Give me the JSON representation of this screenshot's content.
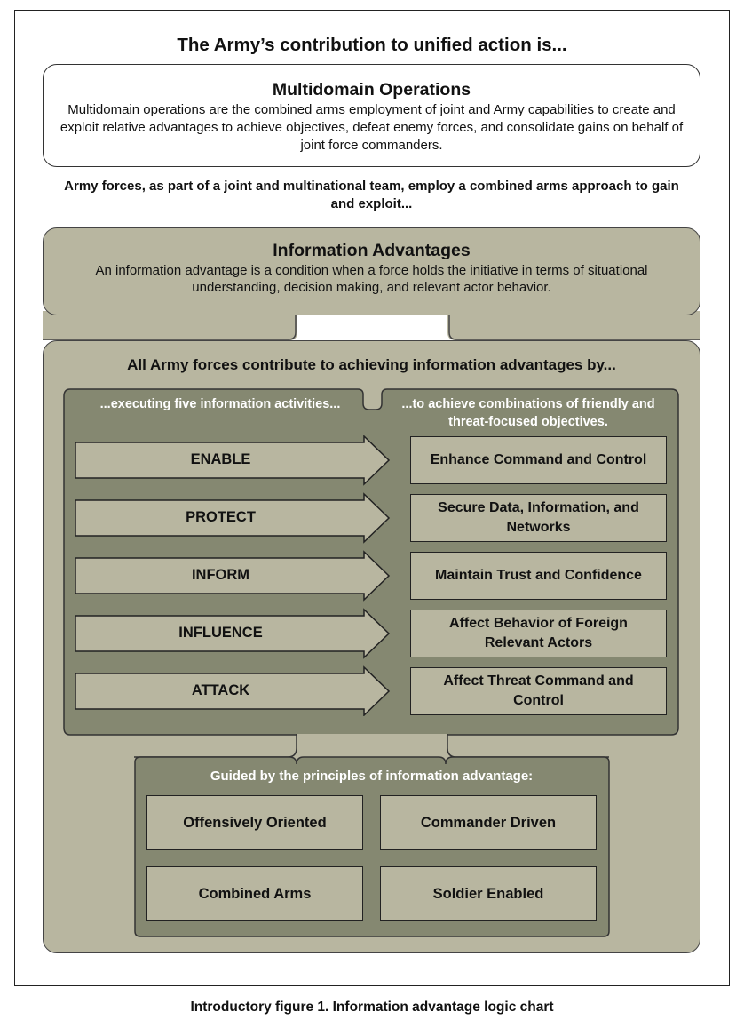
{
  "title": "The Army’s contribution to unified action is...",
  "multidomain": {
    "heading": "Multidomain Operations",
    "body": "Multidomain operations are the combined arms employment of joint and Army capabilities to create and exploit relative advantages to achieve objectives, defeat enemy forces, and consolidate gains on behalf of joint force commanders."
  },
  "army_forces_text": "Army forces, as part of a joint and multinational team, employ a combined arms approach to gain and exploit...",
  "information_advantages": {
    "heading": "Information Advantages",
    "body": "An information advantage is a condition when a force holds the initiative in terms of situational understanding, decision making, and relevant actor behavior."
  },
  "contribute_heading": "All Army forces contribute to achieving information advantages by...",
  "activities_heading": "...executing five information activities...",
  "objectives_heading": "...to achieve combinations of friendly and threat-focused objectives.",
  "activities": [
    "ENABLE",
    "PROTECT",
    "INFORM",
    "INFLUENCE",
    "ATTACK"
  ],
  "objectives": [
    "Enhance Command and Control",
    "Secure Data, Information, and Networks",
    "Maintain Trust and Confidence",
    "Affect Behavior of Foreign Relevant Actors",
    "Affect Threat Command and Control"
  ],
  "guided_heading": "Guided by the principles of information advantage:",
  "principles": [
    "Offensively Oriented",
    "Commander Driven",
    "Combined Arms",
    "Soldier Enabled"
  ],
  "caption": "Introductory figure 1. Information advantage logic chart",
  "colors": {
    "light_tan": "#b8b6a0",
    "dark_olive": "#858871",
    "outline": "#333333"
  }
}
